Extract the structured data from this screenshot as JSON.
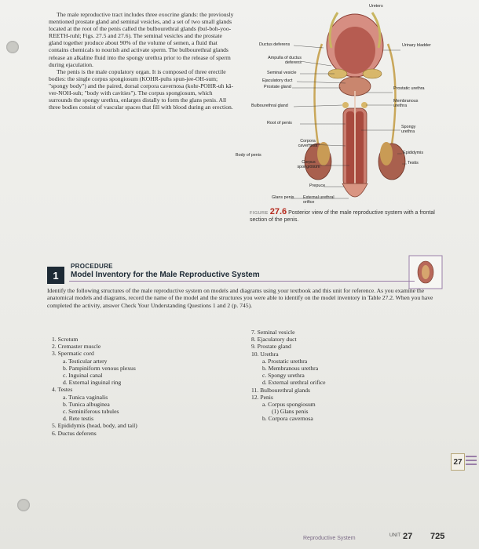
{
  "body_paragraphs": [
    "The male reproductive tract includes three exocrine glands: the previously mentioned prostate gland and seminal vesicles, and a set of two small glands located at the root of the penis called the bulbourethral glands (bul-boh-yoo-REETH-ruhl; Figs. 27.5 and 27.6). The seminal vesicles and the prostate gland together produce about 90% of the volume of semen, a fluid that contains chemicals to nourish and activate sperm. The bulbourethral glands release an alkaline fluid into the spongy urethra prior to the release of sperm during ejaculation.",
    "The penis is the male copulatory organ. It is composed of three erectile bodies: the single corpus spongiosum (KOHR-puhs spun-jee-OH-sum; \"spongy body\") and the paired, dorsal corpora cavernosa (kohr-POHR-uh kā-ver-NOH-suh; \"body with cavities\"). The corpus spongiosum, which surrounds the spongy urethra, enlarges distally to form the glans penis. All three bodies consist of vascular spaces that fill with blood during an erection."
  ],
  "figure": {
    "labels": {
      "ureters": "Ureters",
      "ductus_deferens": "Ductus deferens",
      "urinary_bladder": "Urinary bladder",
      "ampulla": "Ampulla of ductus deferens",
      "seminal_vesicle": "Seminal vesicle",
      "ejaculatory_duct": "Ejaculatory duct",
      "prostate_gland": "Prostate gland",
      "prostatic_urethra": "Prostatic urethra",
      "membranous_urethra": "Membranous urethra",
      "bulbourethral_gland": "Bulbourethral gland",
      "root_of_penis": "Root of penis",
      "spongy_urethra": "Spongy urethra",
      "corpora_cavernosa": "Corpora cavernosa",
      "body_of_penis": "Body of penis",
      "epididymis": "Epididymis",
      "testis": "Testis",
      "corpus_spongiosum": "Corpus spongiosum",
      "prepuce": "Prepuce",
      "glans_penis": "Glans penis",
      "external_urethral_orifice": "External urethral orifice"
    },
    "caption_label": "FIGURE",
    "caption_number": "27.6",
    "caption_text": "Posterior view of the male reproductive system with a frontal section of the penis."
  },
  "procedure": {
    "number": "1",
    "label": "PROCEDURE",
    "title": "Model Inventory for the Male Reproductive System",
    "intro": "Identify the following structures of the male reproductive system on models and diagrams using your textbook and this unit for reference. As you examine the anatomical models and diagrams, record the name of the model and the structures you were able to identify on the model inventory in Table 27.2. When you have completed the activity, answer Check Your Understanding Questions 1 and 2 (p. 745)."
  },
  "list_left": [
    {
      "level": 0,
      "text": "1.  Scrotum"
    },
    {
      "level": 0,
      "text": "2.  Cremaster muscle"
    },
    {
      "level": 0,
      "text": "3.  Spermatic cord"
    },
    {
      "level": 1,
      "text": "a.  Testicular artery"
    },
    {
      "level": 1,
      "text": "b.  Pampiniform venous plexus"
    },
    {
      "level": 1,
      "text": "c.  Inguinal canal"
    },
    {
      "level": 1,
      "text": "d.  External inguinal ring"
    },
    {
      "level": 0,
      "text": "4.  Testes"
    },
    {
      "level": 1,
      "text": "a.  Tunica vaginalis"
    },
    {
      "level": 1,
      "text": "b.  Tunica albuginea"
    },
    {
      "level": 1,
      "text": "c.  Seminiferous tubules"
    },
    {
      "level": 1,
      "text": "d.  Rete testis"
    },
    {
      "level": 0,
      "text": "5.  Epididymis (head, body, and tail)"
    },
    {
      "level": 0,
      "text": "6.  Ductus deferens"
    }
  ],
  "list_right": [
    {
      "level": 0,
      "text": "7.  Seminal vesicle"
    },
    {
      "level": 0,
      "text": "8.  Ejaculatory duct"
    },
    {
      "level": 0,
      "text": "9.  Prostate gland"
    },
    {
      "level": 0,
      "text": "10.  Urethra"
    },
    {
      "level": 1,
      "text": "a.  Prostatic urethra"
    },
    {
      "level": 1,
      "text": "b.  Membranous urethra"
    },
    {
      "level": 1,
      "text": "c.  Spongy urethra"
    },
    {
      "level": 1,
      "text": "d.  External urethral orifice"
    },
    {
      "level": 0,
      "text": "11.  Bulbourethral glands"
    },
    {
      "level": 0,
      "text": "12.  Penis"
    },
    {
      "level": 1,
      "text": "a.  Corpus spongiosum"
    },
    {
      "level": 2,
      "text": "(1)  Glans penis"
    },
    {
      "level": 1,
      "text": "b.  Corpora cavernosa"
    }
  ],
  "side_page_number": "27",
  "footer": {
    "section": "Reproductive System",
    "unit_label": "UNIT",
    "unit_number": "27",
    "page_number": "725"
  },
  "colors": {
    "procedure_dark": "#1d2a35",
    "figure_red": "#b52a1e",
    "rule_purple": "#9a7fa8"
  }
}
